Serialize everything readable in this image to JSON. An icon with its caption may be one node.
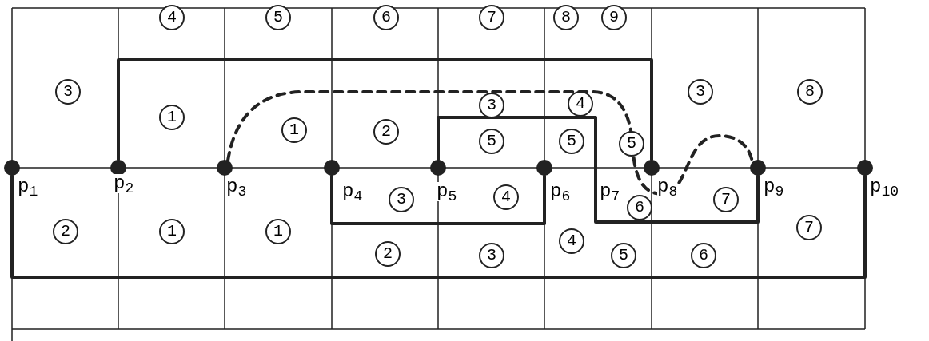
{
  "diagram": {
    "nodes": [
      {
        "text": [],
        "shape": "circle",
        "beside": [
          "p$_{1}$"
        ]
      },
      {
        "text": [],
        "shape": "circle",
        "beside": [
          "p$_{2}$"
        ]
      },
      {
        "text": [],
        "shape": "circle",
        "beside": [
          "p$_{3}$"
        ]
      },
      {
        "text": [],
        "shape": "circle",
        "beside": [
          "p$_{4}$"
        ]
      },
      {
        "text": [],
        "shape": "circle",
        "beside": [
          "p$_{5}$"
        ]
      },
      {
        "text": [],
        "shape": "circle",
        "beside": [
          "p$_{6}$"
        ]
      },
      {
        "text": [],
        "shape": "circle",
        "beside": [
          "p$_{8}$"
        ]
      },
      {
        "text": [],
        "shape": "circle",
        "beside": [
          "p$_{9}$"
        ]
      },
      {
        "text": [],
        "shape": "circle",
        "beside": [
          "p$_{10}$"
        ]
      }
    ],
    "edges": [
      {
        "from": 1,
        "to": 6,
        "arrow": "none"
      },
      {
        "from": 2,
        "to": 7,
        "arrow": "none",
        "style": "dashed"
      },
      {
        "from": 4,
        "to": 7,
        "arrow": "none"
      },
      {
        "from": 3,
        "to": 5,
        "arrow": "none"
      },
      {
        "from": 0,
        "to": 8,
        "arrow": "none"
      }
    ],
    "labels": [
      "4",
      "5",
      "6",
      "7",
      "8",
      "9",
      "3",
      "3",
      "8",
      "3",
      "4",
      "1",
      "1",
      "2",
      "5",
      "5",
      "5",
      "3",
      "4",
      "p$_{7}$",
      "6",
      "7",
      "2",
      "1",
      "1",
      "7",
      "4",
      "2",
      "3",
      "5",
      "6"
    ]
  }
}
